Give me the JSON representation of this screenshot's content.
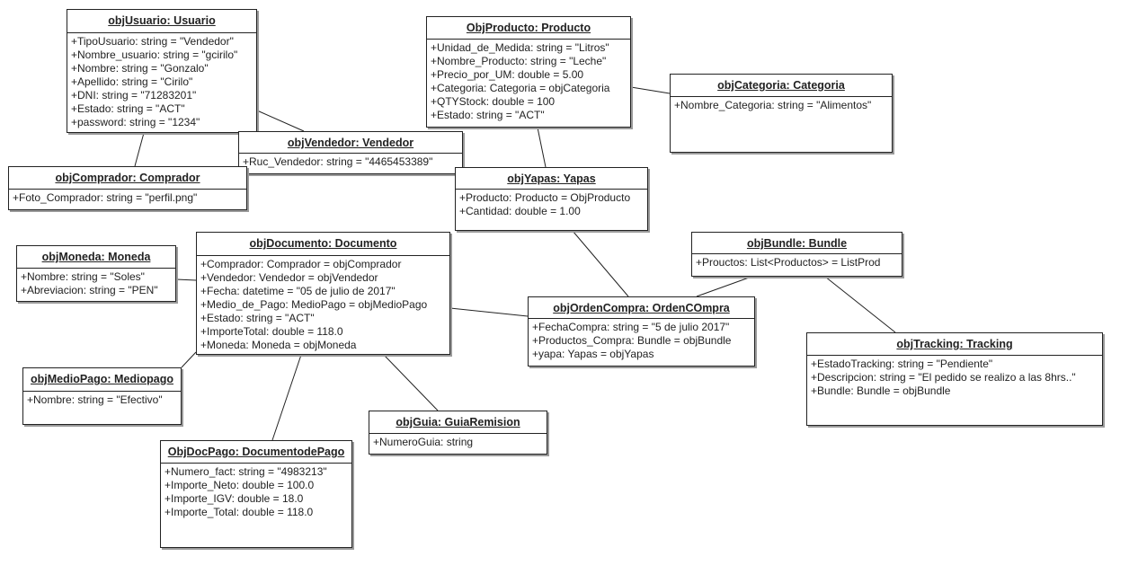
{
  "objects": {
    "usuario": {
      "title": "objUsuario: Usuario",
      "attrs": [
        "+TipoUsuario: string = \"Vendedor\"",
        "+Nombre_usuario: string = \"gcirilo\"",
        "+Nombre: string = \"Gonzalo\"",
        "+Apellido: string = \"Cirilo\"",
        "+DNI: string = \"71283201\"",
        "+Estado: string = \"ACT\"",
        "+password: string = \"1234\""
      ]
    },
    "producto": {
      "title": "ObjProducto: Producto",
      "attrs": [
        "+Unidad_de_Medida: string = \"Litros\"",
        "+Nombre_Producto: string = \"Leche\"",
        "+Precio_por_UM: double = 5.00",
        "+Categoria: Categoria = objCategoria",
        "+QTYStock: double = 100",
        "+Estado: string = \"ACT\""
      ]
    },
    "categoria": {
      "title": "objCategoria: Categoria",
      "attrs": [
        "+Nombre_Categoria: string = \"Alimentos\""
      ]
    },
    "vendedor": {
      "title": "objVendedor: Vendedor",
      "attrs": [
        "+Ruc_Vendedor: string = \"4465453389\""
      ]
    },
    "comprador": {
      "title": "objComprador: Comprador",
      "attrs": [
        "+Foto_Comprador: string = \"perfil.png\""
      ]
    },
    "yapas": {
      "title": "objYapas: Yapas",
      "attrs": [
        "+Producto: Producto = ObjProducto",
        "+Cantidad: double = 1.00"
      ]
    },
    "bundle": {
      "title": "objBundle: Bundle",
      "attrs": [
        "+Prouctos: List<Productos> = ListProd"
      ]
    },
    "moneda": {
      "title": "objMoneda: Moneda",
      "attrs": [
        "+Nombre: string = \"Soles\"",
        "+Abreviacion: string = \"PEN\""
      ]
    },
    "documento": {
      "title": "objDocumento: Documento",
      "attrs": [
        "+Comprador: Comprador = objComprador",
        "+Vendedor: Vendedor = objVendedor",
        "+Fecha: datetime = \"05 de julio de 2017\"",
        "+Medio_de_Pago: MedioPago = objMedioPago",
        "+Estado: string = \"ACT\"",
        "+ImporteTotal: double = 118.0",
        "+Moneda: Moneda = objMoneda"
      ]
    },
    "orden": {
      "title": "objOrdenCompra: OrdenCOmpra",
      "attrs": [
        "+FechaCompra: string = \"5 de julio 2017\"",
        "+Productos_Compra: Bundle = objBundle",
        "+yapa: Yapas = objYapas"
      ]
    },
    "tracking": {
      "title": "objTracking: Tracking",
      "attrs": [
        "+EstadoTracking: string = \"Pendiente\"",
        "+Descripcion: string = \"El pedido se realizo a las 8hrs..\"",
        "+Bundle: Bundle = objBundle"
      ]
    },
    "mediopago": {
      "title": "objMedioPago: Mediopago",
      "attrs": [
        "+Nombre: string = \"Efectivo\""
      ]
    },
    "guia": {
      "title": "objGuia: GuiaRemision",
      "attrs": [
        "+NumeroGuia: string"
      ]
    },
    "docpago": {
      "title": "ObjDocPago: DocumentodePago",
      "attrs": [
        "+Numero_fact: string = \"4983213\"",
        "+Importe_Neto: double = 100.0",
        "+Importe_IGV: double = 18.0",
        "+Importe_Total: double = 118.0"
      ]
    }
  }
}
